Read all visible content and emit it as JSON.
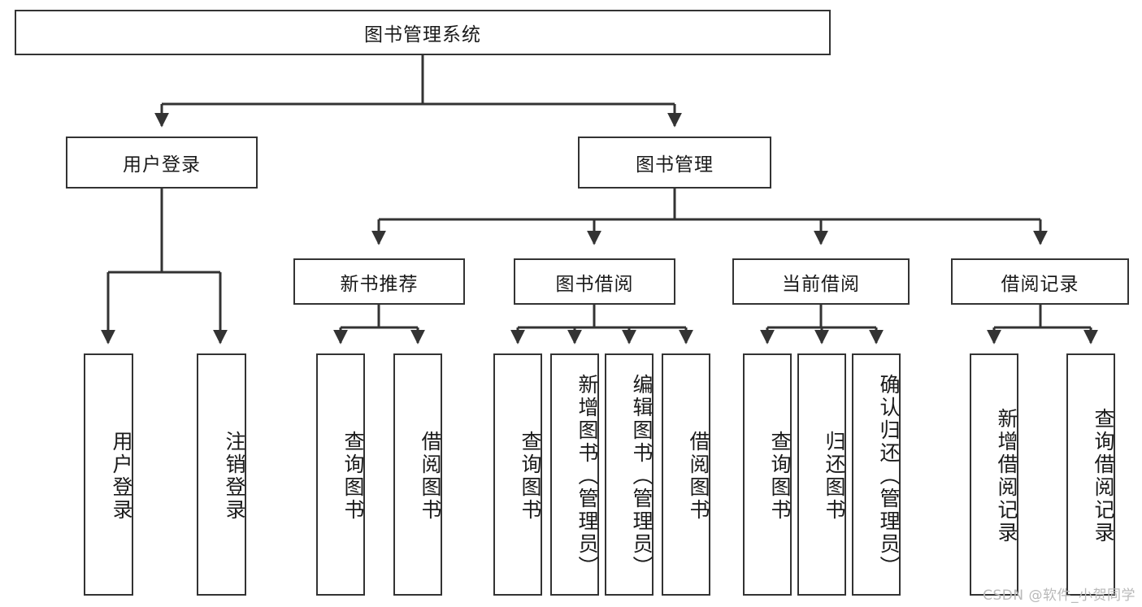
{
  "diagram": {
    "title": "图书管理系统",
    "type": "tree-hierarchy",
    "watermark": "CSDN @软件_小贺同学",
    "colors": {
      "box_border": "#333333",
      "box_fill": "#ffffff",
      "edge": "#333333",
      "text": "#1a1a1a",
      "watermark": "#b9b9b9"
    },
    "nodes": {
      "root": {
        "label": "图书管理系统",
        "level": 1,
        "orientation": "horizontal"
      },
      "l2": [
        {
          "id": "user-login",
          "label": "用户登录",
          "level": 2,
          "orientation": "horizontal"
        },
        {
          "id": "book-manage",
          "label": "图书管理",
          "level": 2,
          "orientation": "horizontal"
        }
      ],
      "l3": [
        {
          "id": "new-book-rec",
          "label": "新书推荐",
          "level": 3,
          "orientation": "horizontal"
        },
        {
          "id": "book-borrow",
          "label": "图书借阅",
          "level": 3,
          "orientation": "horizontal"
        },
        {
          "id": "current-borrow",
          "label": "当前借阅",
          "level": 3,
          "orientation": "horizontal"
        },
        {
          "id": "borrow-record",
          "label": "借阅记录",
          "level": 3,
          "orientation": "horizontal"
        }
      ],
      "leaves": {
        "user_login": [
          {
            "id": "leaf-user-login",
            "label": "用户登录"
          },
          {
            "id": "leaf-logout",
            "label": "注销登录"
          }
        ],
        "new_book_rec": [
          {
            "id": "leaf-query-book-1",
            "label": "查询图书"
          },
          {
            "id": "leaf-borrow-book-1",
            "label": "借阅图书"
          }
        ],
        "book_borrow": [
          {
            "id": "leaf-query-book-2",
            "label": "查询图书"
          },
          {
            "id": "leaf-add-book",
            "label": "新增图书（管理员）"
          },
          {
            "id": "leaf-edit-book",
            "label": "编辑图书（管理员）"
          },
          {
            "id": "leaf-borrow-book-2",
            "label": "借阅图书"
          }
        ],
        "current_borrow": [
          {
            "id": "leaf-query-book-3",
            "label": "查询图书"
          },
          {
            "id": "leaf-return-book",
            "label": "归还图书"
          },
          {
            "id": "leaf-confirm-return",
            "label": "确认归还（管理员）"
          }
        ],
        "borrow_record": [
          {
            "id": "leaf-add-record",
            "label": "新增借阅记录"
          },
          {
            "id": "leaf-query-record",
            "label": "查询借阅记录"
          }
        ]
      }
    }
  }
}
